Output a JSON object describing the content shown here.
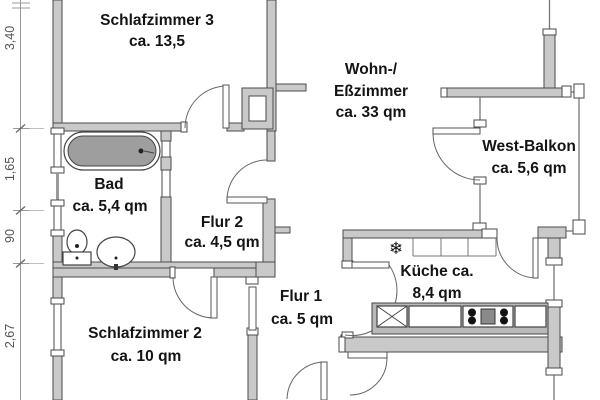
{
  "rooms": {
    "schlafzimmer3": {
      "lines": [
        "Schlafzimmer 3",
        "ca. 13,5"
      ]
    },
    "wohn_esszimmer": {
      "lines": [
        "Wohn-/",
        "Eßzimmer",
        "ca. 33 qm"
      ]
    },
    "west_balkon": {
      "lines": [
        "West-Balkon",
        "ca. 5,6 qm"
      ]
    },
    "bad": {
      "lines": [
        "Bad",
        "ca. 5,4 qm"
      ]
    },
    "flur2": {
      "lines": [
        "Flur 2",
        "ca. 4,5 qm"
      ]
    },
    "kueche": {
      "lines": [
        "Küche ca.",
        "8,4 qm"
      ]
    },
    "flur1": {
      "lines": [
        "Flur 1",
        "ca. 5 qm"
      ]
    },
    "schlafzimmer2": {
      "lines": [
        "Schlafzimmer 2",
        "ca. 10 qm"
      ]
    }
  },
  "dimensions": {
    "labels": [
      "3,40",
      "1,65",
      "90",
      "2,67"
    ]
  },
  "icons": {
    "snowflake_glyph": "❄"
  },
  "colors": {
    "wall_fill": "#c9c9c9",
    "wall_stroke": "#4a4a4a",
    "bathtub_fill": "#9e9e9e",
    "counter_fill": "#b9b9b9",
    "label_text": "#141414",
    "dimension_text": "#555555"
  }
}
